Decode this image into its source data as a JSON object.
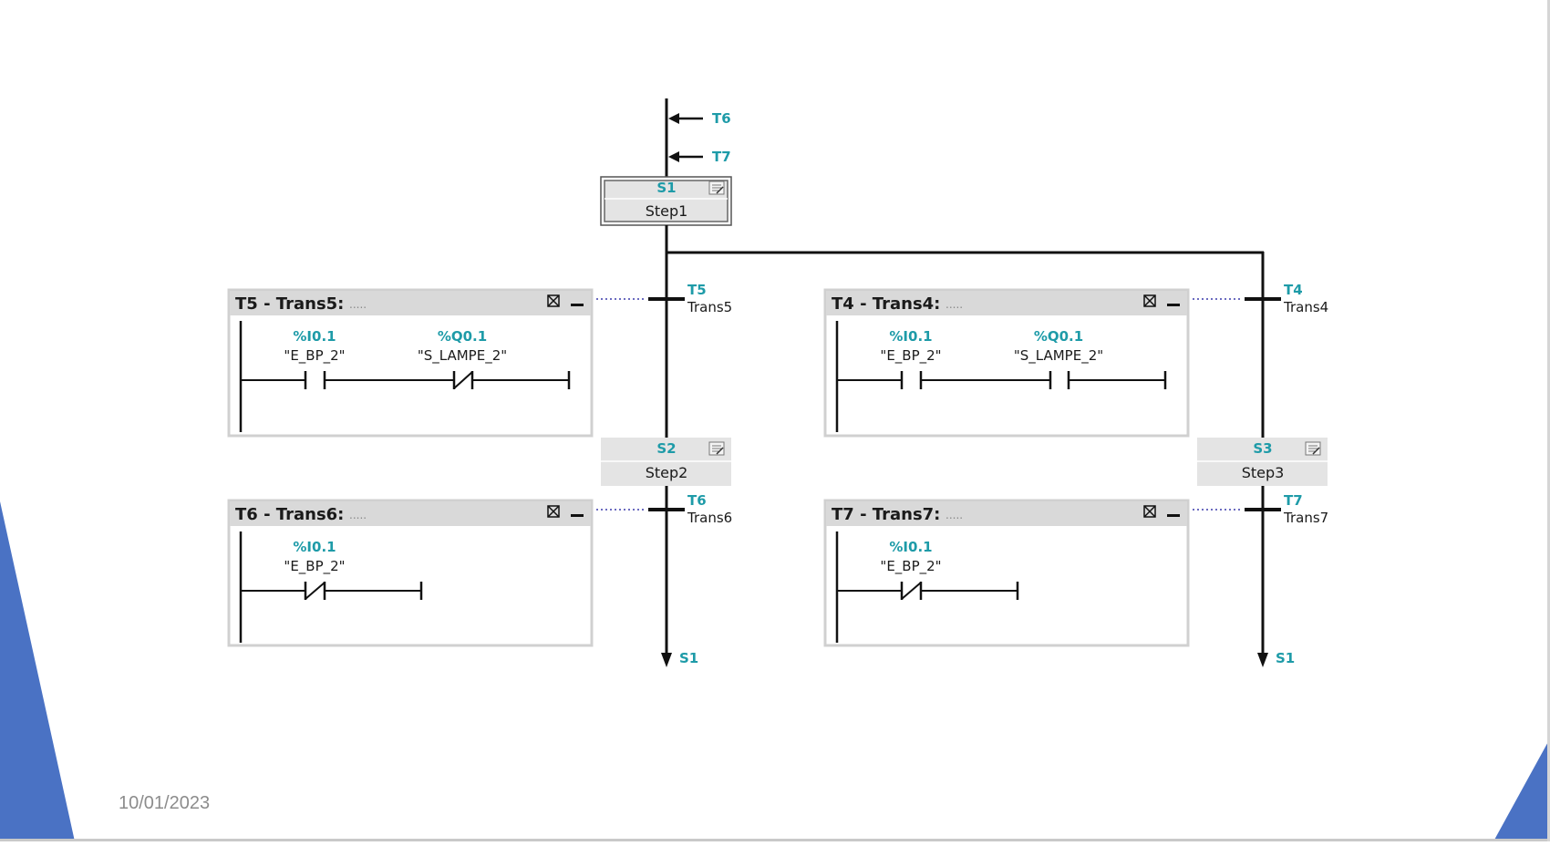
{
  "slide": {
    "date": "10/01/2023",
    "accent_color": "#4a72c4"
  },
  "grafcet": {
    "top_jumps": [
      {
        "label": "T6"
      },
      {
        "label": "T7"
      }
    ],
    "steps": [
      {
        "id": "S1",
        "name": "Step1",
        "initial": true
      },
      {
        "id": "S2",
        "name": "Step2",
        "initial": false
      },
      {
        "id": "S3",
        "name": "Step3",
        "initial": false
      }
    ],
    "transitions": [
      {
        "id": "T5",
        "name": "Trans5",
        "box_title": "T5 - Trans5:",
        "dots": "....."
      },
      {
        "id": "T4",
        "name": "Trans4",
        "box_title": "T4 - Trans4:",
        "dots": "....."
      },
      {
        "id": "T6",
        "name": "Trans6",
        "box_title": "T6 - Trans6:",
        "dots": "....."
      },
      {
        "id": "T7",
        "name": "Trans7",
        "box_title": "T7 - Trans7:",
        "dots": "....."
      }
    ],
    "operands": {
      "t5_c1_addr": "%I0.1",
      "t5_c1_sym": "\"E_BP_2\"",
      "t5_c2_addr": "%Q0.1",
      "t5_c2_sym": "\"S_LAMPE_2\"",
      "t4_c1_addr": "%I0.1",
      "t4_c1_sym": "\"E_BP_2\"",
      "t4_c2_addr": "%Q0.1",
      "t4_c2_sym": "\"S_LAMPE_2\"",
      "t6_c1_addr": "%I0.1",
      "t6_c1_sym": "\"E_BP_2\"",
      "t7_c1_addr": "%I0.1",
      "t7_c1_sym": "\"E_BP_2\""
    },
    "end_jumps": [
      {
        "label": "S1"
      },
      {
        "label": "S1"
      }
    ],
    "colors": {
      "teal": "#1e9ba8",
      "box_header": "#d9d9d9",
      "step_fill": "#e4e4e4"
    }
  }
}
